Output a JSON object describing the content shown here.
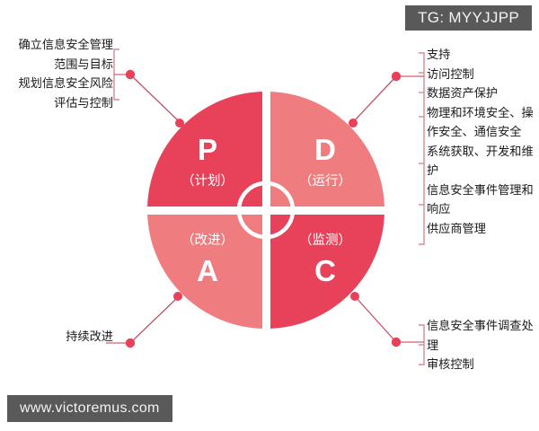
{
  "watermarks": {
    "tg_label": "TG: MYYJJPP",
    "site_label": "www.victoremus.com"
  },
  "colors": {
    "dark_red": "#E8415A",
    "light_red": "#EF7D80",
    "line": "#D26070",
    "dot": "#E8415A",
    "badge_bg": "#595959",
    "badge_text": "#F2F2F2",
    "text": "#1A1A1A",
    "wheel_text": "#FFFFFF"
  },
  "wheel": {
    "quadrants": [
      {
        "key": "P",
        "letter": "P",
        "label": "（计划）",
        "position": "top-left",
        "shade": "dark"
      },
      {
        "key": "D",
        "letter": "D",
        "label": "（运行）",
        "position": "top-right",
        "shade": "light"
      },
      {
        "key": "A",
        "letter": "A",
        "label": "（改进）",
        "position": "bottom-left",
        "shade": "light"
      },
      {
        "key": "C",
        "letter": "C",
        "label": "（监测）",
        "position": "bottom-right",
        "shade": "dark"
      }
    ]
  },
  "callouts": {
    "top_left": {
      "items": [
        "确立信息安全管理范围与目标",
        "规划信息安全风险评估与控制"
      ],
      "lines": [
        "确立信息安全管理",
        "范围与目标",
        "规划信息安全风险",
        "评估与控制"
      ]
    },
    "top_right": {
      "items": [
        "支持",
        "访问控制",
        "数据资产保护",
        "物理和环境安全、操作安全、通信安全",
        "系统获取、开发和维护",
        "信息安全事件管理和响应",
        "供应商管理"
      ],
      "lines": [
        "支持",
        "访问控制",
        "数据资产保护",
        "物理和环境安全、操",
        "作安全、通信安全",
        "系统获取、开发和维",
        "护",
        "信息安全事件管理和",
        "响应",
        "供应商管理"
      ]
    },
    "bottom_left": {
      "items": [
        "持续改进"
      ],
      "lines": [
        "持续改进"
      ]
    },
    "bottom_right": {
      "items": [
        "信息安全事件调查处理",
        "审核控制"
      ],
      "lines": [
        "信息安全事件调查处",
        "理",
        "审核控制"
      ]
    }
  }
}
